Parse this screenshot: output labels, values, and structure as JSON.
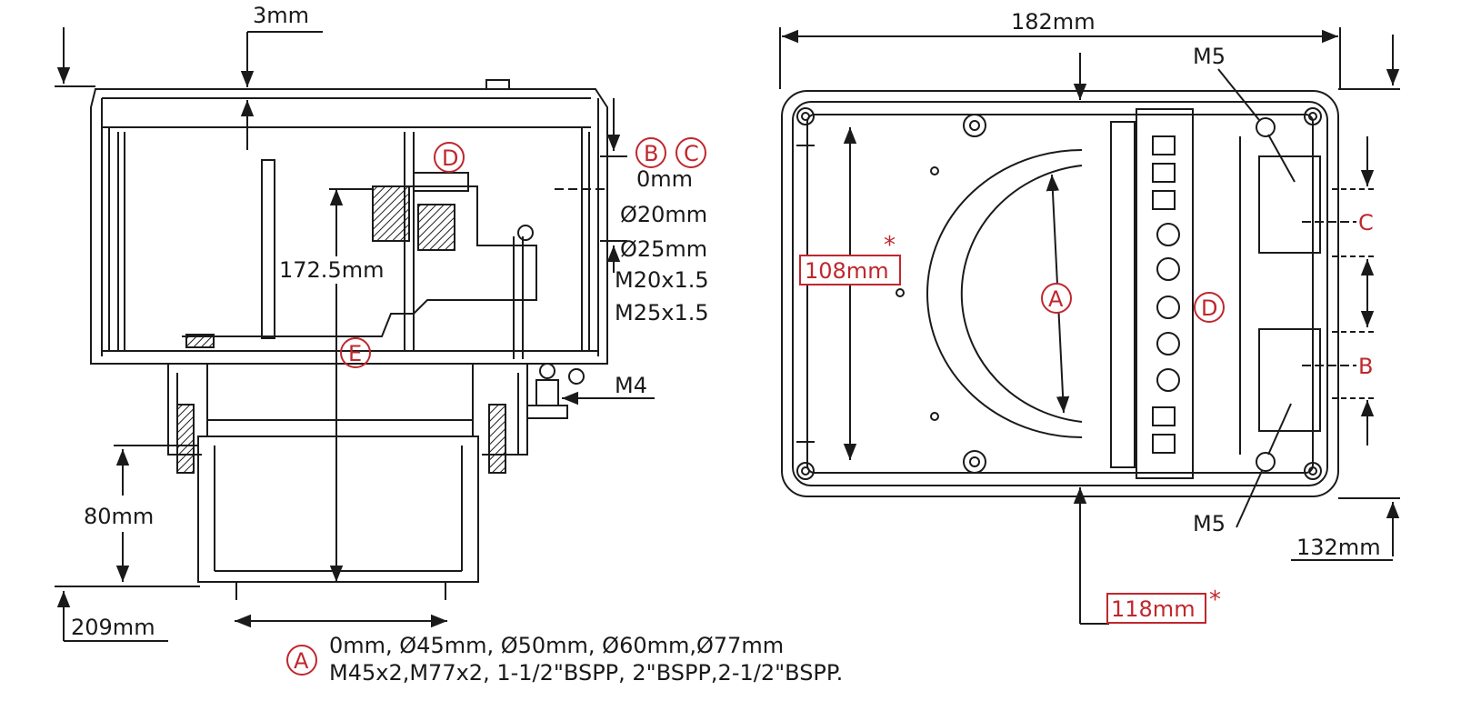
{
  "side_view": {
    "dim_top": "3mm",
    "label_d": "D",
    "label_b": "B",
    "label_c": "C",
    "label_e": "E",
    "dim_0": "0mm",
    "dim_20": "Ø20mm",
    "dim_25": "Ø25mm",
    "thread_20": "M20x1.5",
    "thread_25": "M25x1.5",
    "dim_1725": "172.5mm",
    "dim_m4": "M4",
    "dim_80": "80mm",
    "dim_209": "209mm"
  },
  "top_view": {
    "dim_182": "182mm",
    "m5_top": "M5",
    "m5_bottom": "M5",
    "dim_108": "108mm",
    "dim_118": "118mm",
    "asterisk": "*",
    "label_a": "A",
    "label_d": "D",
    "label_c": "C",
    "label_b": "B",
    "dim_132": "132mm"
  },
  "legend": {
    "label": "A",
    "line1": "0mm, Ø45mm, Ø50mm, Ø60mm,Ø77mm",
    "line2": "M45x2,M77x2, 1-1/2\"BSPP, 2\"BSPP,2-1/2\"BSPP."
  }
}
